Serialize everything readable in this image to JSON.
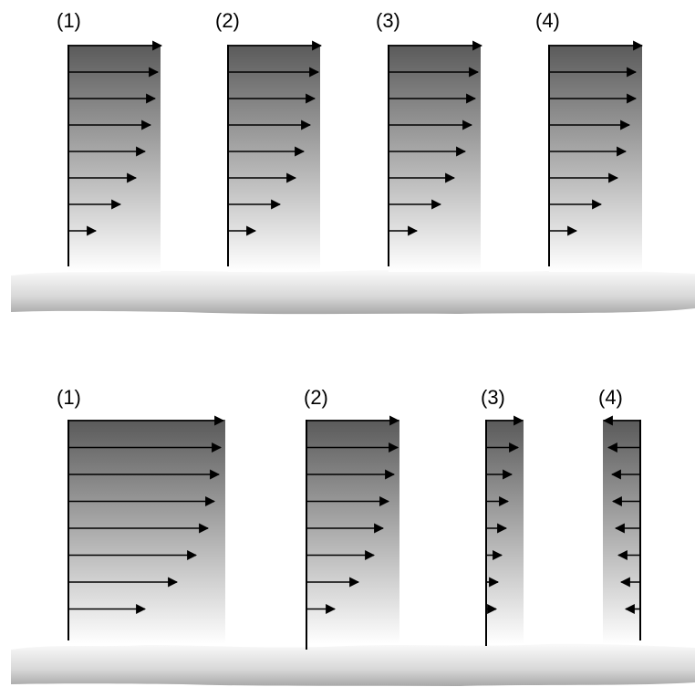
{
  "top_row": {
    "profiles": [
      {
        "label": "(1)",
        "lengths": [
          102,
          98,
          95,
          90,
          84,
          74,
          57,
          30
        ]
      },
      {
        "label": "(2)",
        "lengths": [
          102,
          99,
          95,
          90,
          83,
          74,
          57,
          30
        ]
      },
      {
        "label": "(3)",
        "lengths": [
          102,
          98,
          95,
          91,
          84,
          72,
          57,
          31
        ]
      },
      {
        "label": "(4)",
        "lengths": [
          102,
          95,
          95,
          88,
          84,
          75,
          57,
          30
        ]
      }
    ]
  },
  "bottom_row": {
    "profiles": [
      {
        "label": "(1)",
        "lengths": [
          170,
          167,
          165,
          160,
          153,
          140,
          119,
          84
        ]
      },
      {
        "label": "(2)",
        "lengths": [
          101,
          100,
          96,
          90,
          84,
          74,
          57,
          31
        ]
      },
      {
        "label": "(3)",
        "lengths": [
          40,
          35,
          28,
          24,
          22,
          17,
          13,
          11
        ]
      },
      {
        "label": "(4)",
        "lengths": [
          -40,
          -35,
          -31,
          -30,
          -27,
          -24,
          -21,
          -16
        ]
      }
    ]
  },
  "colors": {
    "band_dark": "#5a5a5a",
    "band_light": "#ffffff",
    "ground_dark": "#b0b0b0",
    "ground_light": "#fafafa",
    "arrow": "#000000"
  }
}
